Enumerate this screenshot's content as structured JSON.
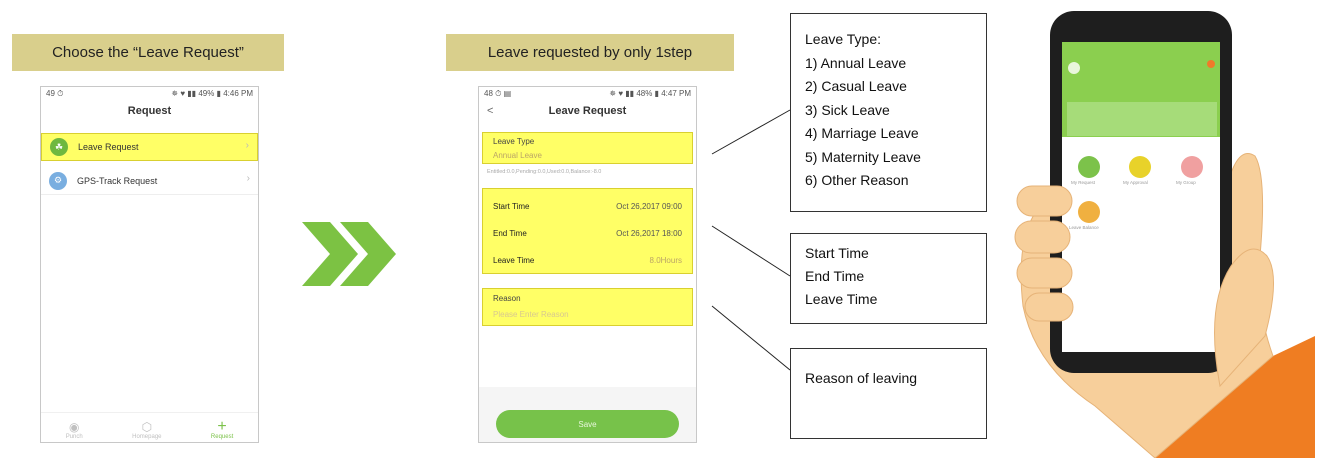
{
  "step1": {
    "label": "Choose the “Leave Request”",
    "status_left": "49 ⏱",
    "status_right": "✵ ♥ ▮▮ 49% ▮ 4:46 PM",
    "title": "Request",
    "items": [
      {
        "label": "Leave Request",
        "icon": "☘"
      },
      {
        "label": "GPS-Track Request",
        "icon": "⚙"
      }
    ],
    "nav": [
      {
        "label": "Punch",
        "glyph": "◉"
      },
      {
        "label": "Homepage",
        "glyph": "⬡"
      },
      {
        "label": "Request",
        "glyph": "+"
      }
    ]
  },
  "step2": {
    "label": "Leave requested by only 1step",
    "status_left": "48 ⏱ ▤",
    "status_right": "✵ ♥ ▮▮ 48% ▮ 4:47 PM",
    "back": "<",
    "title": "Leave Request",
    "leave_type_label": "Leave Type",
    "leave_type_value": "Annual Leave",
    "balance_line": "Entitled:0.0,Pending:0.0,Used:0.0,Balance:-8.0",
    "start_label": "Start Time",
    "start_value": "Oct 26,2017 09:00",
    "end_label": "End Time",
    "end_value": "Oct 26,2017 18:00",
    "leave_time_label": "Leave Time",
    "leave_time_value": "8.0Hours",
    "reason_label": "Reason",
    "reason_placeholder": "Please Enter Reason",
    "save_label": "Save"
  },
  "callouts": {
    "leave_types_title": "Leave Type:",
    "leave_types": [
      "1) Annual Leave",
      "2) Casual Leave",
      "3) Sick Leave",
      "4) Marriage Leave",
      "5) Maternity  Leave",
      "6) Other Reason"
    ],
    "time_items": [
      "Start Time",
      "End Time",
      "Leave Time"
    ],
    "reason_text": "Reason of leaving"
  },
  "phone_home": {
    "menu": [
      {
        "label": "My Request",
        "color": "#7cc24a",
        "icon": "≡"
      },
      {
        "label": "My Approval",
        "color": "#e8d22a",
        "icon": "✓"
      },
      {
        "label": "My Group",
        "color": "#f0a0a0",
        "icon": "✕"
      },
      {
        "label": "Leave Balance",
        "color": "#f0b040",
        "icon": "▣"
      }
    ]
  },
  "colors": {
    "highlight": "#ffff66",
    "label_bg": "#d9cf8c",
    "accent_green": "#77c24a",
    "arrow_green": "#7cc243"
  }
}
